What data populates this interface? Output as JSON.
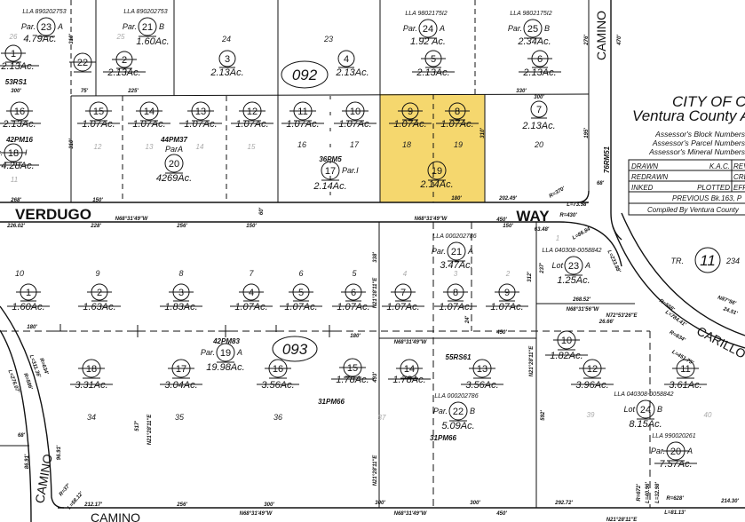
{
  "colors": {
    "highlight": "#f5d76e",
    "ink": "#111111"
  },
  "books": {
    "upper": "092",
    "lower": "093",
    "tract_label": "TR.",
    "tract_num": "11",
    "tract_suffix": "234"
  },
  "roads": {
    "verdugo": "VERDUGO",
    "way": "WAY",
    "camino_top": "CAMINO",
    "camino_left": "CAMINO",
    "camino_bottom": "CAMINO",
    "carillo": "CARILLO"
  },
  "title_block": {
    "city": "CITY OF CA",
    "county": "Ventura County As",
    "legend": [
      "Assessor's Block Numbers",
      "Assessor's Parcel Numbers",
      "Assessor's Mineral Numbers"
    ],
    "rows": [
      {
        "left": "DRAWN",
        "mid": "K.A.C.",
        "right": "REV"
      },
      {
        "left": "REDRAWN",
        "mid": "",
        "right": "CRE"
      },
      {
        "left": "INKED",
        "mid": "PLOTTED",
        "right": "EFF"
      }
    ],
    "previous": "PREVIOUS Bk.163, P",
    "compiled": "Compiled By Ventura County"
  },
  "parcels": [
    {
      "num": "23",
      "acres": "4.79Ac.",
      "struck": false,
      "pre": "Par.",
      "suf": "A",
      "lla": "LLA 890202753"
    },
    {
      "num": "1",
      "acres": "2.13Ac.",
      "struck": true
    },
    {
      "num": "22",
      "acres": "",
      "struck": true
    },
    {
      "num": "2",
      "acres": "2.13Ac.",
      "struck": true
    },
    {
      "num": "21",
      "acres": "1.60Ac.",
      "struck": false,
      "pre": "Par.",
      "suf": "B",
      "lla": "LLA 890202753"
    },
    {
      "num": "3",
      "acres": "2.13Ac.",
      "struck": false
    },
    {
      "num": "4",
      "acres": "2.13Ac.",
      "struck": false
    },
    {
      "num": "24",
      "acres": "1.92 Ac.",
      "struck": false,
      "pre": "Par.",
      "suf": "A",
      "lla": "LLA 9802175I2"
    },
    {
      "num": "5",
      "acres": "2.13Ac.",
      "struck": true
    },
    {
      "num": "25",
      "acres": "2.34Ac.",
      "struck": false,
      "pre": "Par.",
      "suf": "B",
      "lla": "LLA 9802175I2"
    },
    {
      "num": "6",
      "acres": "2.13Ac.",
      "struck": true
    },
    {
      "num": "16",
      "acres": "2.13Ac.",
      "struck": true
    },
    {
      "num": "18",
      "acres": "4.28Ac.",
      "struck": true,
      "pre": "Par.",
      "suf": "I"
    },
    {
      "num": "15",
      "acres": "1.07Ac.",
      "struck": true
    },
    {
      "num": "14",
      "acres": "1.07Ac.",
      "struck": true
    },
    {
      "num": "13",
      "acres": "1.07Ac.",
      "struck": true
    },
    {
      "num": "12",
      "acres": "1.07Ac.",
      "struck": true
    },
    {
      "num": "11",
      "acres": "1.07Ac.",
      "struck": true
    },
    {
      "num": "10",
      "acres": "1.07Ac.",
      "struck": true
    },
    {
      "num": "9",
      "acres": "1.07Ac.",
      "struck": true
    },
    {
      "num": "8",
      "acres": "1.07Ac.",
      "struck": true
    },
    {
      "num": "7",
      "acres": "2.13Ac.",
      "struck": false
    },
    {
      "num": "20",
      "acres": "4269Ac.",
      "struck": false,
      "pre": "ParA"
    },
    {
      "num": "17",
      "acres": "2.14Ac.",
      "struck": false,
      "suf": "Par.I"
    },
    {
      "num": "19",
      "acres": "2.14Ac.",
      "struck": false
    },
    {
      "num": "1",
      "acres": "1.60Ac.",
      "struck": true
    },
    {
      "num": "2",
      "acres": "1.63Ac.",
      "struck": true
    },
    {
      "num": "3",
      "acres": "1.83Ac.",
      "struck": true
    },
    {
      "num": "4",
      "acres": "1.07Ac.",
      "struck": true
    },
    {
      "num": "5",
      "acres": "1.07Ac.",
      "struck": true
    },
    {
      "num": "6",
      "acres": "1.07Ac.",
      "struck": true
    },
    {
      "num": "7",
      "acres": "1.07Ac.",
      "struck": true
    },
    {
      "num": "8",
      "acres": "1.07Ac.",
      "struck": true
    },
    {
      "num": "9",
      "acres": "1.07Ac.",
      "struck": true
    },
    {
      "num": "21",
      "acres": "3.47Ac.",
      "struck": false,
      "pre": "Par.",
      "suf": "A",
      "lla": "LLA 000202786"
    },
    {
      "num": "23",
      "acres": "1.25Ac.",
      "struck": false,
      "pre": "Lot",
      "suf": "A",
      "lla": "LLA 040308-0058842"
    },
    {
      "num": "19",
      "acres": "19.98Ac.",
      "struck": false,
      "pre": "Par.",
      "suf": "A"
    },
    {
      "num": "18",
      "acres": "3.31Ac.",
      "struck": true
    },
    {
      "num": "17",
      "acres": "3.04Ac.",
      "struck": true
    },
    {
      "num": "16",
      "acres": "3.56Ac.",
      "struck": true
    },
    {
      "num": "15",
      "acres": "1.78Ac.",
      "struck": true
    },
    {
      "num": "14",
      "acres": "1.78Ac.",
      "struck": true
    },
    {
      "num": "13",
      "acres": "3.56Ac.",
      "struck": true
    },
    {
      "num": "10",
      "acres": "1.82Ac.",
      "struck": true
    },
    {
      "num": "12",
      "acres": "3.96Ac.",
      "struck": true
    },
    {
      "num": "11",
      "acres": "3.61Ac.",
      "struck": true
    },
    {
      "num": "22",
      "acres": "5.09Ac.",
      "struck": false,
      "pre": "Par.",
      "suf": "B",
      "lla": "LLA 000202786"
    },
    {
      "num": "24",
      "acres": "8.15Ac.",
      "struck": false,
      "pre": "Lot",
      "suf": "B",
      "lla": "LLA 040308-0058842"
    },
    {
      "num": "20",
      "acres": "7.57Ac.",
      "struck": true,
      "pre": "Par.",
      "suf": "A",
      "lla": "LLA 990020261"
    }
  ],
  "block_numbers": [
    "26",
    "25",
    "24",
    "23",
    "12",
    "13",
    "14",
    "15",
    "16",
    "17",
    "18",
    "19",
    "20",
    "11",
    "10",
    "9",
    "8",
    "7",
    "6",
    "5",
    "4",
    "3",
    "2",
    "1",
    "34",
    "35",
    "36",
    "37",
    "39",
    "40"
  ],
  "records": [
    "53RS1",
    "42PM16",
    "44PM37",
    "36PM5",
    "76RM51",
    "42PM83",
    "31PM66",
    "31PM66",
    "55RS61"
  ],
  "dimensions": [
    "300'",
    "75'",
    "225'",
    "310'",
    "310'",
    "268'",
    "150'",
    "330'",
    "300'",
    "310'",
    "180'",
    "202.49'",
    "226.02'",
    "228'",
    "256'",
    "150'",
    "60'",
    "450'",
    "150'",
    "N68°31'49\"W",
    "N68°31'49\"W",
    "180'",
    "180'",
    "212.17'",
    "256'",
    "300'",
    "N68°31'49\"W",
    "300'",
    "300'",
    "292.72'",
    "214.30'",
    "450'",
    "N68°31'49\"W",
    "450'",
    "N68°31'49\"W",
    "268.52'",
    "N68°31'56\"W",
    "N72°53'26\"E",
    "26.66'",
    "338'",
    "493'",
    "592'",
    "312'",
    "237'",
    "N21°28'11\"E",
    "N21°28'11\"E",
    "N21°28'11\"E",
    "N21°28'11\"E",
    "517'",
    "N21°28'11\"E",
    "276'",
    "470'",
    "195'",
    "68'",
    "68'",
    "R=370'",
    "L=73.98'",
    "R=430'",
    "L=86.84'",
    "63.48'",
    "L=233.88'",
    "R=568'",
    "L=784.41'",
    "R=634'",
    "L=451.75'",
    "R=628'",
    "L=81.13'",
    "R=672'",
    "L=40.96'",
    "L=32.98'",
    "N87°56'",
    "24.51'",
    "R=586'",
    "L=276.07'",
    "R=634'",
    "L=311.36'",
    "86.91'",
    "96.91'",
    "R=37'",
    "L=58.12'",
    "24'"
  ]
}
